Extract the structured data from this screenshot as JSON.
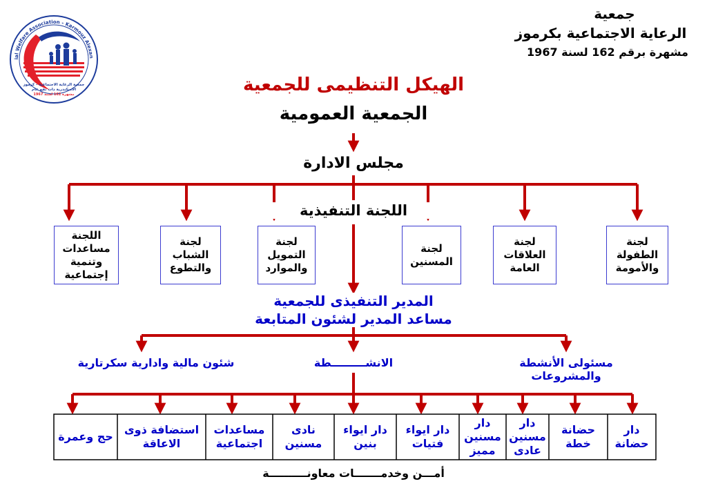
{
  "header": {
    "line1": "جمعية",
    "line2": "الرعاية الاجتماعية بكرموز",
    "line3": "مشهرة برقم 162 لسنة 1967"
  },
  "logo": {
    "text_outer": "Social Welfare Association - Karmouz Alexandria",
    "text_inner1": "جمعية الرعاية الاجتماعية - كرموز",
    "text_inner2": "الاسكندرية ذات نفع عام",
    "text_inner3": "مشهرة 162 لسنة 1967",
    "colors": {
      "red": "#e3202a",
      "blue": "#1d3c9c"
    }
  },
  "title": "الهيكل التنظيمى للجمعية",
  "general_assembly": "الجمعية العمومية",
  "board": "مجلس الادارة",
  "exec_committee": "اللجنة التنفيذية",
  "committees": [
    "لجنة الطفولة والأمومة",
    "لجنة العلاقات العامة",
    "لجنة المسنين",
    "لجنة التمويل والموارد",
    "لجنة الشباب والتطوع",
    "اللجنة مساعدات وتنمية إجتماعية"
  ],
  "executive_director": "المدير التنفيذى للجمعية",
  "assistant_director": "مساعد المدير لشئون المتابعة",
  "branches": {
    "projects": "مسئولى الأنشطة والمشروعات",
    "activities": "الانشـــــــــطة",
    "admin": "شئون مالية وادارية سكرتارية"
  },
  "activities": [
    "دار حضانة",
    "حضانة خطة",
    "دار مسنين عادى",
    "دار مسنين مميز",
    "دار ايواء فتيات",
    "دار ايواء بنين",
    "نادى مسنين",
    "مساعدات اجتماعية",
    "استضافة ذوى الاعاقة",
    "حج وعمرة"
  ],
  "footer": "أمـــن وخدمـــــــات معاونــــــــــة",
  "colors": {
    "arrow": "#c00000",
    "box_border": "#3a3ad0",
    "text_blue": "#0000c8",
    "title_red": "#c00000"
  }
}
